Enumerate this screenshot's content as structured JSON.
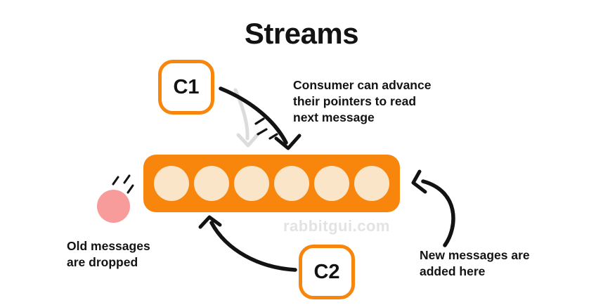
{
  "title": "Streams",
  "watermark": "rabbitgui.com",
  "consumers": [
    {
      "id": "c1",
      "label": "C1"
    },
    {
      "id": "c2",
      "label": "C2"
    }
  ],
  "stream": {
    "message_count": 6
  },
  "annotations": {
    "consumer_note": "Consumer can advance\ntheir pointers to read\nnext message",
    "old_messages": "Old messages\nare dropped",
    "new_messages": "New messages are\nadded here"
  },
  "colors": {
    "orange": "#F8860D",
    "peach": "#FAE5C8",
    "pink": "#F89B9B",
    "ink": "#131313",
    "gray_arrow": "#DCDCDC",
    "watermark": "#E3E3E3",
    "bg": "#FFFFFF"
  }
}
